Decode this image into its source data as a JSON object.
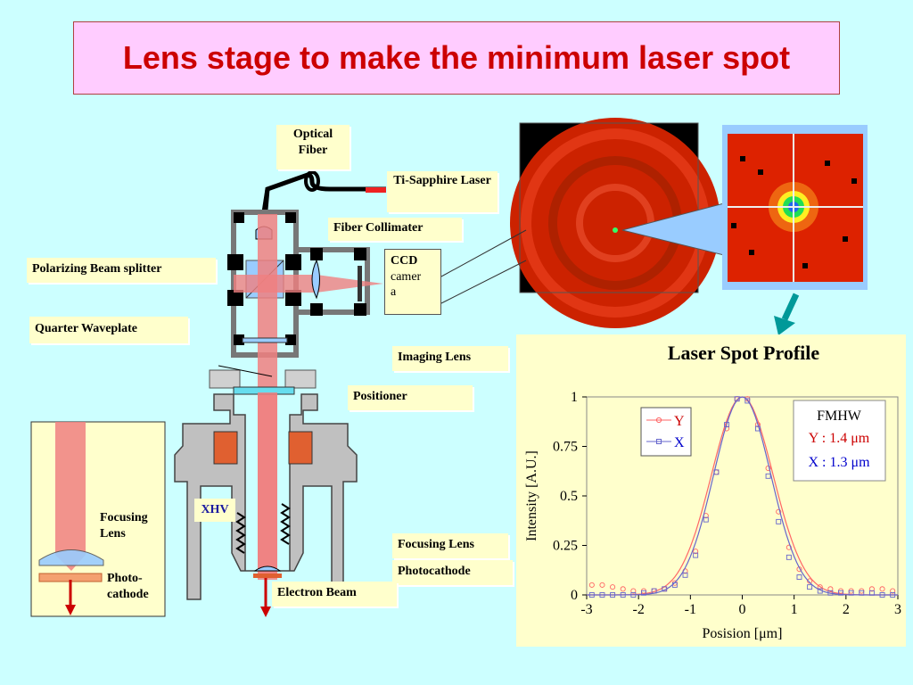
{
  "title": "Lens stage to make the minimum laser spot",
  "labels": {
    "optical_fiber": "Optical Fiber",
    "ti_sapphire": "Ti-Sapphire Laser",
    "fiber_collimater": "Fiber Collimater",
    "polarizing_beam_splitter": "Polarizing Beam splitter",
    "ccd_line1": "CCD",
    "ccd_line2": "camer",
    "ccd_line3": "a",
    "quarter_waveplate": "Quarter Waveplate",
    "imaging_lens": "Imaging Lens",
    "positioner": "Positioner",
    "xhv": "XHV",
    "focusing_lens": "Focusing Lens",
    "photocathode": "Photocathode",
    "electron_beam": "Electron Beam",
    "inset_focusing_lens": "Focusing Lens",
    "inset_photo_cathode": "Photo- cathode"
  },
  "colors": {
    "beam": "#f08080",
    "lens": "#99ccff",
    "body": "#c0c0c0",
    "coil": "#e06030",
    "title_text": "#cc0000",
    "arrow": "#009999"
  },
  "chart_data": {
    "type": "scatter",
    "title": "Laser Spot Profile",
    "xlabel": "Posision [μm]",
    "ylabel": "Intensity [A.U.]",
    "xlim": [
      -3,
      3
    ],
    "ylim": [
      0,
      1
    ],
    "x_ticks": [
      "-3",
      "-2",
      "-1",
      "0",
      "1",
      "2",
      "3"
    ],
    "y_ticks": [
      "0",
      "0.25",
      "0.5",
      "0.75",
      "1"
    ],
    "grid": false,
    "legend": "top-left",
    "series": [
      {
        "name": "Y",
        "color": "#ff6666",
        "marker": "circle",
        "fwhm": 1.4,
        "x": [
          -2.9,
          -2.7,
          -2.5,
          -2.3,
          -2.1,
          -1.9,
          -1.7,
          -1.5,
          -1.3,
          -1.1,
          -0.9,
          -0.7,
          -0.5,
          -0.3,
          -0.1,
          0.1,
          0.3,
          0.5,
          0.7,
          0.9,
          1.1,
          1.3,
          1.5,
          1.7,
          1.9,
          2.1,
          2.3,
          2.5,
          2.7,
          2.9
        ],
        "values": [
          0.05,
          0.05,
          0.04,
          0.03,
          0.02,
          0.02,
          0.02,
          0.03,
          0.06,
          0.12,
          0.22,
          0.4,
          0.62,
          0.84,
          0.99,
          0.99,
          0.86,
          0.64,
          0.42,
          0.24,
          0.13,
          0.07,
          0.04,
          0.03,
          0.02,
          0.02,
          0.02,
          0.03,
          0.03,
          0.02
        ]
      },
      {
        "name": "X",
        "color": "#6666cc",
        "marker": "square",
        "fwhm": 1.3,
        "x": [
          -2.9,
          -2.7,
          -2.5,
          -2.3,
          -2.1,
          -1.9,
          -1.7,
          -1.5,
          -1.3,
          -1.1,
          -0.9,
          -0.7,
          -0.5,
          -0.3,
          -0.1,
          0.1,
          0.3,
          0.5,
          0.7,
          0.9,
          1.1,
          1.3,
          1.5,
          1.7,
          1.9,
          2.1,
          2.3,
          2.5,
          2.7,
          2.9
        ],
        "values": [
          0.0,
          0.0,
          0.0,
          0.0,
          0.0,
          0.01,
          0.02,
          0.03,
          0.05,
          0.1,
          0.2,
          0.38,
          0.62,
          0.86,
          0.99,
          0.98,
          0.84,
          0.6,
          0.37,
          0.19,
          0.09,
          0.04,
          0.02,
          0.01,
          0.01,
          0.01,
          0.01,
          0.01,
          0.0,
          0.0
        ]
      }
    ],
    "fmhw_box": {
      "heading": "FMHW",
      "y_line": "Y : 1.4 μm",
      "x_line": "X : 1.3 μm"
    }
  }
}
